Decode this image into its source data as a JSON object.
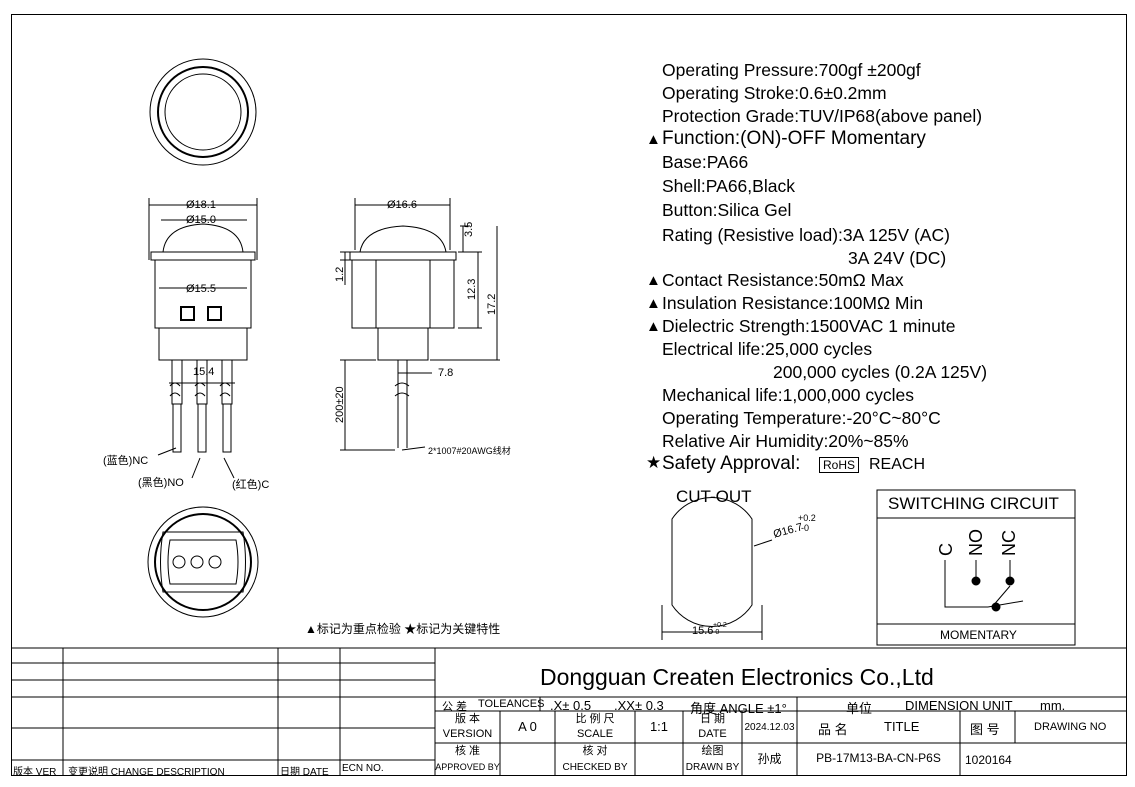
{
  "specs": {
    "operating_pressure": "Operating Pressure:700gf ±200gf",
    "operating_stroke": "Operating Stroke:0.6±0.2mm",
    "protection_grade": "Protection Grade:TUV/IP68(above panel)",
    "function": "Function:(ON)-OFF Momentary",
    "base": "Base:PA66",
    "shell": "Shell:PA66,Black",
    "button": "Button:Silica Gel",
    "rating": "Rating (Resistive load):3A 125V (AC)",
    "rating_dc": "3A  24V (DC)",
    "contact_resistance": "Contact Resistance:50mΩ Max",
    "insulation_resistance": "Insulation Resistance:100MΩ Min",
    "dielectric_strength": "Dielectric Strength:1500VAC 1 minute",
    "electrical_life": "Electrical life:25,000 cycles",
    "electrical_life_2": "200,000 cycles (0.2A 125V)",
    "mechanical_life": "Mechanical life:1,000,000 cycles",
    "operating_temperature": "Operating Temperature:-20°C~80°C",
    "relative_humidity": "Relative Air Humidity:20%~85%",
    "safety_approval": "Safety Approval:",
    "rohs": "RoHS",
    "reach": "REACH",
    "triangle": "▲",
    "star": "★"
  },
  "dims": {
    "d181": "Ø18.1",
    "d150": "Ø15.0",
    "d155": "Ø15.5",
    "pitch": "15.4",
    "d166": "Ø16.6",
    "h35": "3.5",
    "h12": "1.2",
    "h123": "12.3",
    "h172": "17.2",
    "w78": "7.8",
    "lead": "200±20",
    "wire": "2*1007#20AWG线材",
    "nc_lbl": "(蓝色)NC",
    "no_lbl": "(黑色)NO",
    "c_lbl": "(红色)C"
  },
  "cutout": {
    "title": "CUT-OUT",
    "diameter": "Ø16.7",
    "dia_tol": "+0.2",
    "dia_tol2": "-0",
    "width": "15.6",
    "w_tol": "+0.2",
    "w_tol2": "-0"
  },
  "circuit": {
    "title": "SWITCHING CIRCUIT",
    "c": "C",
    "no": "NO",
    "nc": "NC",
    "caption": "MOMENTARY"
  },
  "legend_note": "▲标记为重点检验 ★标记为关键特性",
  "titleblock": {
    "company": "Dongguan Createn Electronics Co.,Ltd",
    "tol_cn": "公 差",
    "tol_en": "TOLEANCES",
    "tol_x": ".X± 0.5",
    "tol_xx": ".XX± 0.3",
    "angle": "角度 ANGLE  ±1°",
    "unit_cn": "单位",
    "unit_en": "DIMENSION UNIT",
    "unit_val": "mm.",
    "ver_cn": "版 本",
    "ver_en": "VERSION",
    "ver_val": "A 0",
    "scale_cn": "比 例 尺",
    "scale_en": "SCALE",
    "scale_val": "1:1",
    "date_cn": "日 期",
    "date_en": "DATE",
    "date_val": "2024.12.03",
    "title_cn": "品 名",
    "title_en": "TITLE",
    "dwg_cn": "图 号",
    "dwg_en": "DRAWING NO",
    "appr_cn": "核 准",
    "appr_en": "APPROVED BY",
    "chk_cn": "核 对",
    "chk_en": "CHECKED BY",
    "drawn_cn": "绘图",
    "drawn_en": "DRAWN BY",
    "drawn_val": "孙成",
    "part_no": "PB-17M13-BA-CN-P6S",
    "drawing_no": "1020164",
    "rev_ver": "版本 VER",
    "rev_desc": "变更说明  CHANGE DESCRIPTION",
    "rev_date": "日期  DATE",
    "rev_ecn": "ECN NO."
  }
}
